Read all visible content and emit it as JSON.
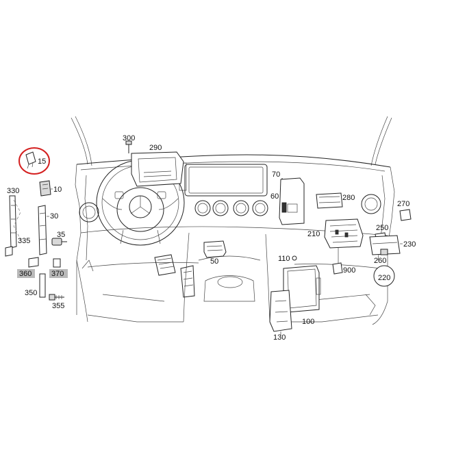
{
  "diagram": {
    "callouts": {
      "c15": "15",
      "c10": "10",
      "c30": "30",
      "c35": "35",
      "c330": "330",
      "c335": "335",
      "c360": "360",
      "c370": "370",
      "c350": "350",
      "c355": "355",
      "c300": "300",
      "c290": "290",
      "c70": "70",
      "c60": "60",
      "c50": "50",
      "c280": "280",
      "c270": "270",
      "c250": "250",
      "c230": "230",
      "c260": "260",
      "c220": "220",
      "c210": "210",
      "c900": "900",
      "c110": "110",
      "c100": "100",
      "c130": "130"
    },
    "colors": {
      "highlight_circle": "#d42020",
      "label_box": "#b9b9b9",
      "line": "#222222"
    }
  }
}
